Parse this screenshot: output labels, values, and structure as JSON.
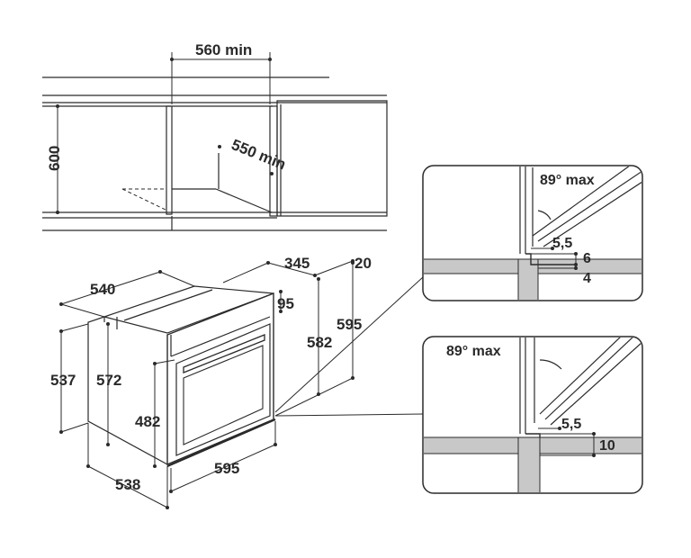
{
  "cabinet": {
    "width_label": "560 min",
    "depth_label": "550 min",
    "height_label": "600"
  },
  "oven": {
    "depth_top_label": "540",
    "body_depth_label": "345",
    "front_offset_label": "20",
    "top_step_label": "95",
    "panel_height_label": "595",
    "front_height_label": "582",
    "side_height_label": "537",
    "body_height_label": "572",
    "door_height_label": "482",
    "width_label": "595",
    "bottom_depth_label": "538"
  },
  "detail_top": {
    "angle_label": "89° max",
    "gap_label": "5,5",
    "step_label": "6",
    "base_label": "4"
  },
  "detail_bottom": {
    "angle_label": "89° max",
    "gap_label": "5,5",
    "base_label": "10"
  },
  "colors": {
    "line": "#2a2a2a",
    "hatch": "#c8c8c8"
  }
}
